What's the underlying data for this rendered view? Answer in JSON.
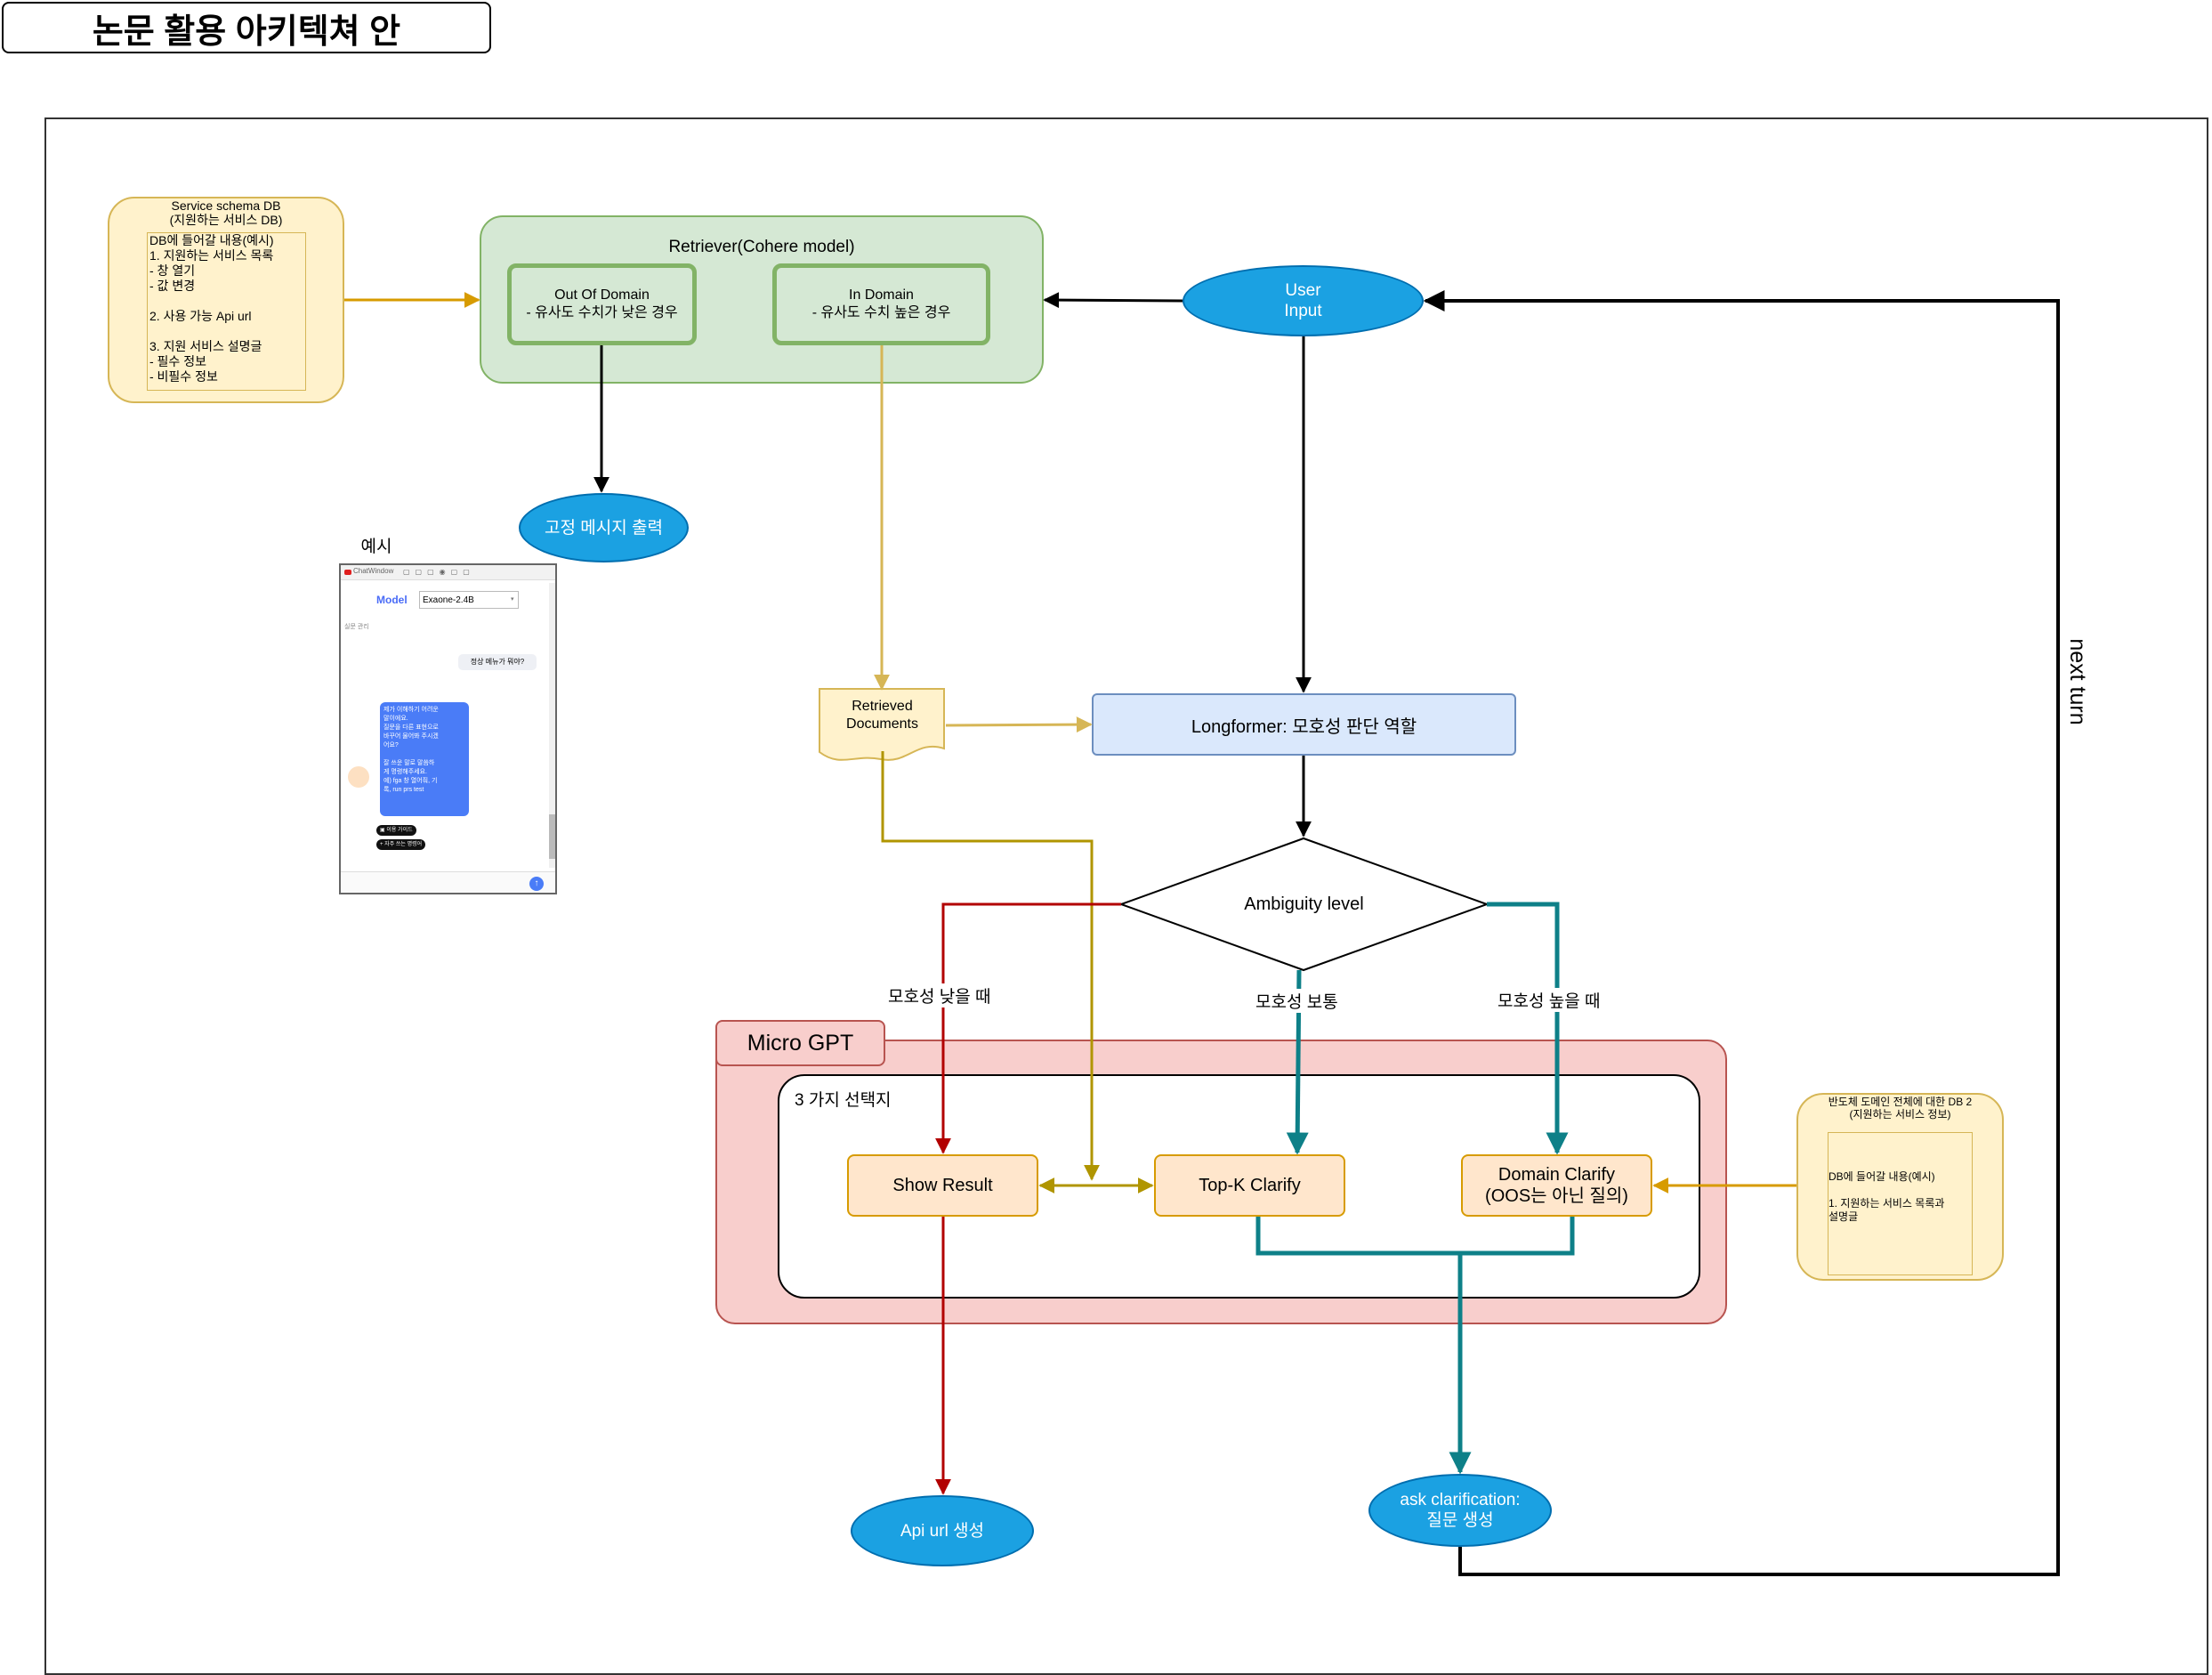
{
  "page_title": "논문 활용 아키텍쳐 안",
  "service_db": {
    "title": "Service schema DB\n(지원하는 서비스 DB)",
    "content": "DB에 들어갈 내용(예시)\n1. 지원하는 서비스 목록\n- 창 열기\n- 값 변경\n\n2. 사용 가능 Api url\n\n3. 지원 서비스 설명글\n- 필수 정보\n- 비필수 정보"
  },
  "retriever": {
    "label": "Retriever(Cohere model)",
    "out_of_domain": "Out Of Domain\n- 유사도 수치가 낮은 경우",
    "in_domain": "In Domain\n- 유사도 수치 높은 경우"
  },
  "user_input": "User\nInput",
  "fixed_message": "고정 메시지 출력",
  "example_label": "예시",
  "chat_example": {
    "app_title": "ChatWindow",
    "model_label": "Model",
    "model_value": "Exaone-2.4B",
    "section_label": "실문 관리",
    "user_msg": "정상 메뉴가 뭐야?",
    "bot_msg": "제가 이해하기 어려운\n말이에요.\n질문을 다른 표현으로\n바꾸어 물어봐 주시겠\n어요?\n\n잘 쓰운 말로 말씀하\n게 명령해주세요.\n예) fga 창 열어줘, 기\n록, run prs test",
    "chip1": "▣ 이용 가이드",
    "chip2": "+ 자주 쓰는 명령어"
  },
  "retrieved_documents": "Retrieved\nDocuments",
  "longformer": "Longformer: 모호성 판단 역할",
  "ambiguity": "Ambiguity level",
  "edge_labels": {
    "low": "모호성 낮을 때",
    "medium": "모호성 보통",
    "high": "모호성 높을 때",
    "next_turn": "next turn"
  },
  "micro_gpt": {
    "label": "Micro GPT",
    "choices_label": "3 가지 선택지",
    "show_result": "Show Result",
    "topk": "Top-K Clarify",
    "domain_clarify": "Domain Clarify\n(OOS는 아닌 질의)"
  },
  "api_url": "Api url 생성",
  "ask_clarification": "ask clarification:\n질문 생성",
  "domain_db": {
    "title": "반도체 도메인 전체에 대한 DB 2\n(지원하는 서비스 정보)",
    "content": "DB에 들어갈 내용(예시)\n\n1. 지원하는 서비스 목록과\n설명글"
  },
  "colors": {
    "black": "#000000",
    "orange_arrow": "#d79b00",
    "gold_arrow": "#d6b656",
    "olive_arrow": "#b09500",
    "red_arrow": "#b20000",
    "teal_arrow": "#0e8088",
    "ellipse_fill": "#1ba1e2"
  }
}
